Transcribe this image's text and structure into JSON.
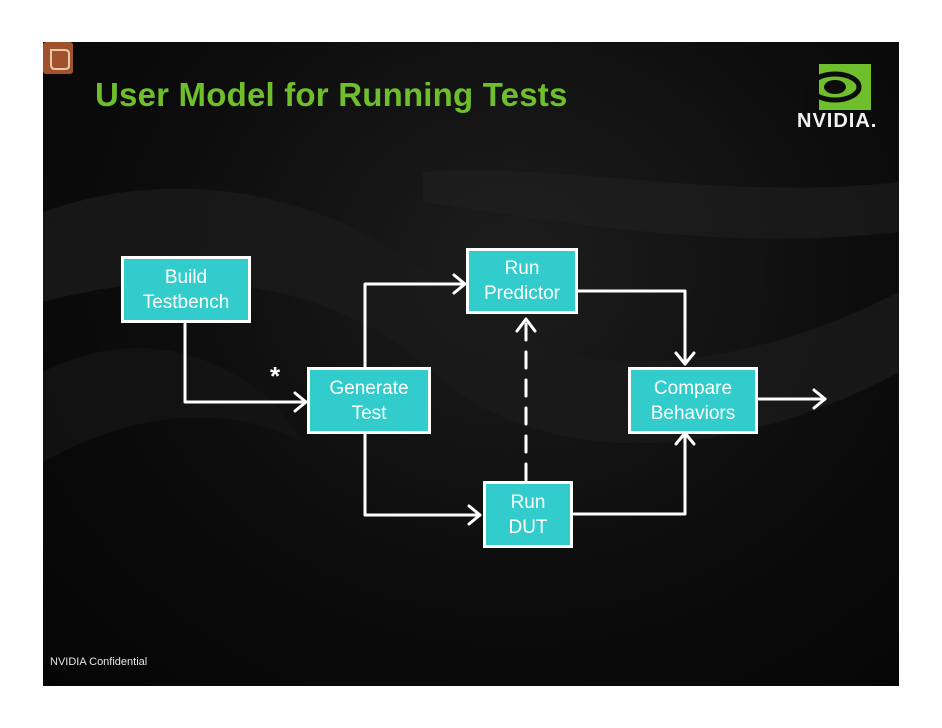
{
  "slide": {
    "title": "User Model for Running Tests",
    "footer": "NVIDIA Confidential",
    "logo_text": "NVIDIA.",
    "colors": {
      "title": "#6fbe2b",
      "box_fill": "#33cccc",
      "box_border": "#ffffff",
      "background": "#0c0c0c"
    }
  },
  "diagram": {
    "nodes": [
      {
        "id": "build",
        "label": "Build\nTestbench"
      },
      {
        "id": "generate",
        "label": "Generate\nTest"
      },
      {
        "id": "predictor",
        "label": "Run\nPredictor"
      },
      {
        "id": "dut",
        "label": "Run\nDUT"
      },
      {
        "id": "compare",
        "label": "Compare\nBehaviors"
      }
    ],
    "edges": [
      {
        "from": "build",
        "to": "generate",
        "style": "solid",
        "label": "*"
      },
      {
        "from": "generate",
        "to": "predictor",
        "style": "solid"
      },
      {
        "from": "generate",
        "to": "dut",
        "style": "solid"
      },
      {
        "from": "dut",
        "to": "predictor",
        "style": "dashed"
      },
      {
        "from": "predictor",
        "to": "compare",
        "style": "solid"
      },
      {
        "from": "dut",
        "to": "compare",
        "style": "solid"
      },
      {
        "from": "compare",
        "to": "",
        "style": "solid"
      }
    ],
    "multiplicity_marker": "*"
  }
}
